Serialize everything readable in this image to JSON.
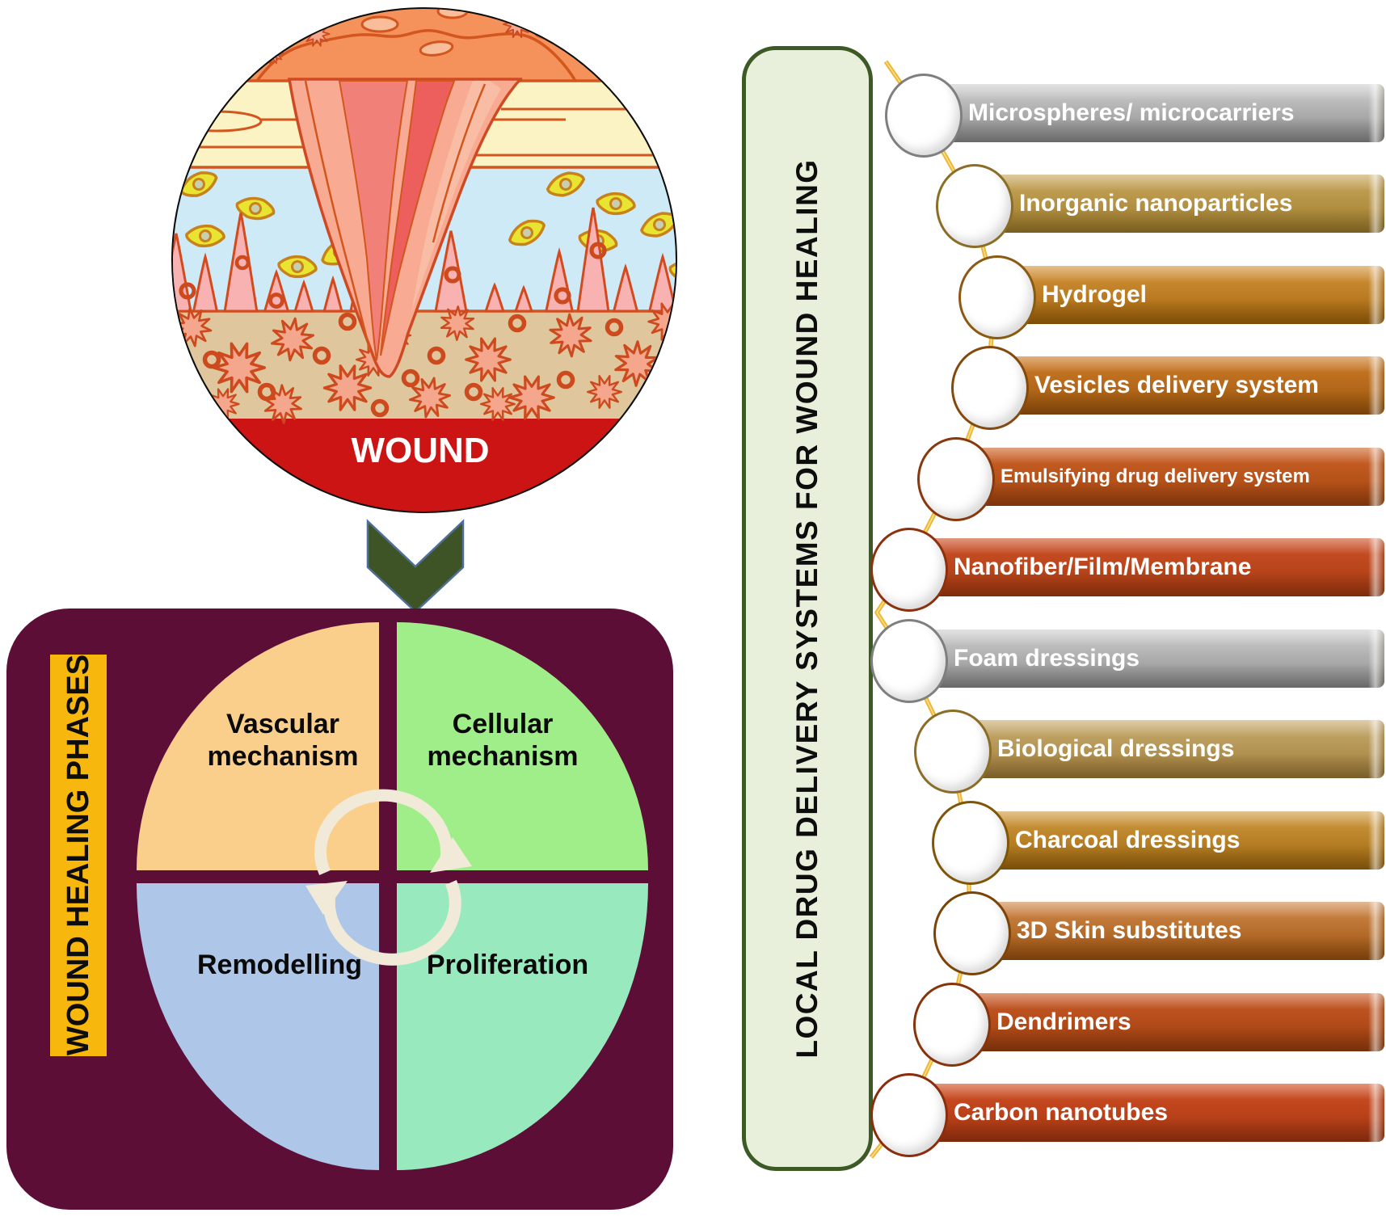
{
  "wound_panel": {
    "label": "WOUND",
    "outline": "#d2561e",
    "layers": {
      "surface": "#f5925c",
      "epidermis": "#fbf3c4",
      "dermis": "#cfeaf7",
      "hypodermis": "#dfc69c",
      "base": "#cc1414"
    }
  },
  "arrow": {
    "color": "#3f5426",
    "edge": "#4e7096"
  },
  "phases_panel": {
    "title": "WOUND HEALING PHASES",
    "title_bg": "#f8b70c",
    "panel_bg": "#5c0e36",
    "cycle_arrow_color": "#f2ead8",
    "quadrants": [
      {
        "line1": "Vascular",
        "line2": "mechanism",
        "color": "#facf8c"
      },
      {
        "line1": "Cellular",
        "line2": "mechanism",
        "color": "#9fee8a"
      },
      {
        "line1": "Remodelling",
        "line2": "",
        "color": "#aec6e8"
      },
      {
        "line1": "Proliferation",
        "line2": "",
        "color": "#99e9bf"
      }
    ]
  },
  "delivery_panel": {
    "title": "LOCAL DRUG DELIVERY SYSTEMS FOR WOUND HEALING",
    "box_bg": "#e8f0dc",
    "box_border": "#3d5a25",
    "connector_color": "#eeb930",
    "items": [
      {
        "label": "Microspheres/ microcarriers",
        "c1": "#cfcfcf",
        "c2": "#8b8b8b",
        "border": "#7f7f7f"
      },
      {
        "label": "Inorganic nanoparticles",
        "c1": "#c9a75e",
        "c2": "#9f7c2a",
        "border": "#8a6d26"
      },
      {
        "label": "Hydrogel",
        "c1": "#d4943c",
        "c2": "#a4650a",
        "border": "#8a5a10"
      },
      {
        "label": "Vesicles delivery system",
        "c1": "#cd7c28",
        "c2": "#9e560c",
        "border": "#84490c"
      },
      {
        "label": "Emulsifying drug delivery system",
        "c1": "#cd6228",
        "c2": "#a3450e",
        "border": "#87380c"
      },
      {
        "label": "Nanofiber/Film/Membrane",
        "c1": "#cd5128",
        "c2": "#a73a10",
        "border": "#8c300e"
      },
      {
        "label": "Foam dressings",
        "c1": "#cfcfcf",
        "c2": "#8b8b8b",
        "border": "#7f7f7f"
      },
      {
        "label": "Biological dressings",
        "c1": "#c8ad72",
        "c2": "#a07c36",
        "border": "#8a6d26"
      },
      {
        "label": "Charcoal dressings",
        "c1": "#d09a40",
        "c2": "#a0680e",
        "border": "#7f5608"
      },
      {
        "label": "3D Skin substitutes",
        "c1": "#d08a4c",
        "c2": "#9e520e",
        "border": "#7a4408"
      },
      {
        "label": "Dendrimers",
        "c1": "#c85a26",
        "c2": "#9e3e0e",
        "border": "#85340c"
      },
      {
        "label": "Carbon nanotubes",
        "c1": "#d04e24",
        "c2": "#a63610",
        "border": "#8a2d0c"
      }
    ]
  }
}
